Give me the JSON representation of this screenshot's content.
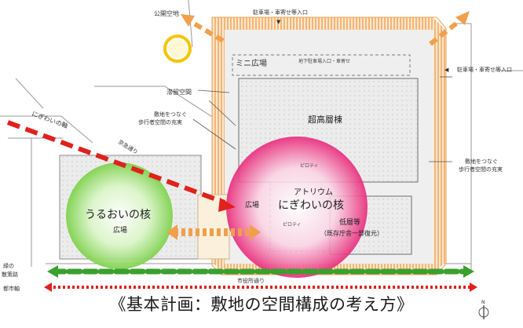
{
  "labels": {
    "public_space": "公開空地",
    "parking_entrance_top": "駐車場・車寄せ等入口",
    "parking_entrance_right": "駐車場・車寄せ等入口",
    "mini_plaza": "ミニ広場",
    "underground_parking": "地下駐車場入口・車寄せ",
    "stay_space": "滞留空間",
    "connect_left_1": "敷地をつなぐ",
    "connect_left_2": "歩行者空間の充実",
    "connect_right_1": "敷地をつなぐ",
    "connect_right_2": "歩行者空間の充実",
    "nigiwai_axis": "にぎわいの軸",
    "keikyu_street": "京急通り",
    "skyscraper": "超高層棟",
    "piloti_top": "ピロティ",
    "piloti_mid": "ピロティ",
    "atrium": "アトリウム",
    "nigiwai_core": "にぎわいの核",
    "plaza_small": "広場",
    "low_rise": "低層等",
    "old_hall": "（既存庁舎一部復元）",
    "uruoi_core": "うるおいの核",
    "uruoi_plaza": "広場",
    "green_road_1": "緑の",
    "green_road_2": "散策路",
    "city_axis": "都市軸",
    "city_hall_street": "市役所通り",
    "caption": "《基本計画：敷地の空間構成の考え方》"
  },
  "colors": {
    "orange": "#f0a04b",
    "red": "#e0211c",
    "green": "#3aa02e",
    "pink": "#e8287a",
    "light_green": "#8fd86a"
  }
}
